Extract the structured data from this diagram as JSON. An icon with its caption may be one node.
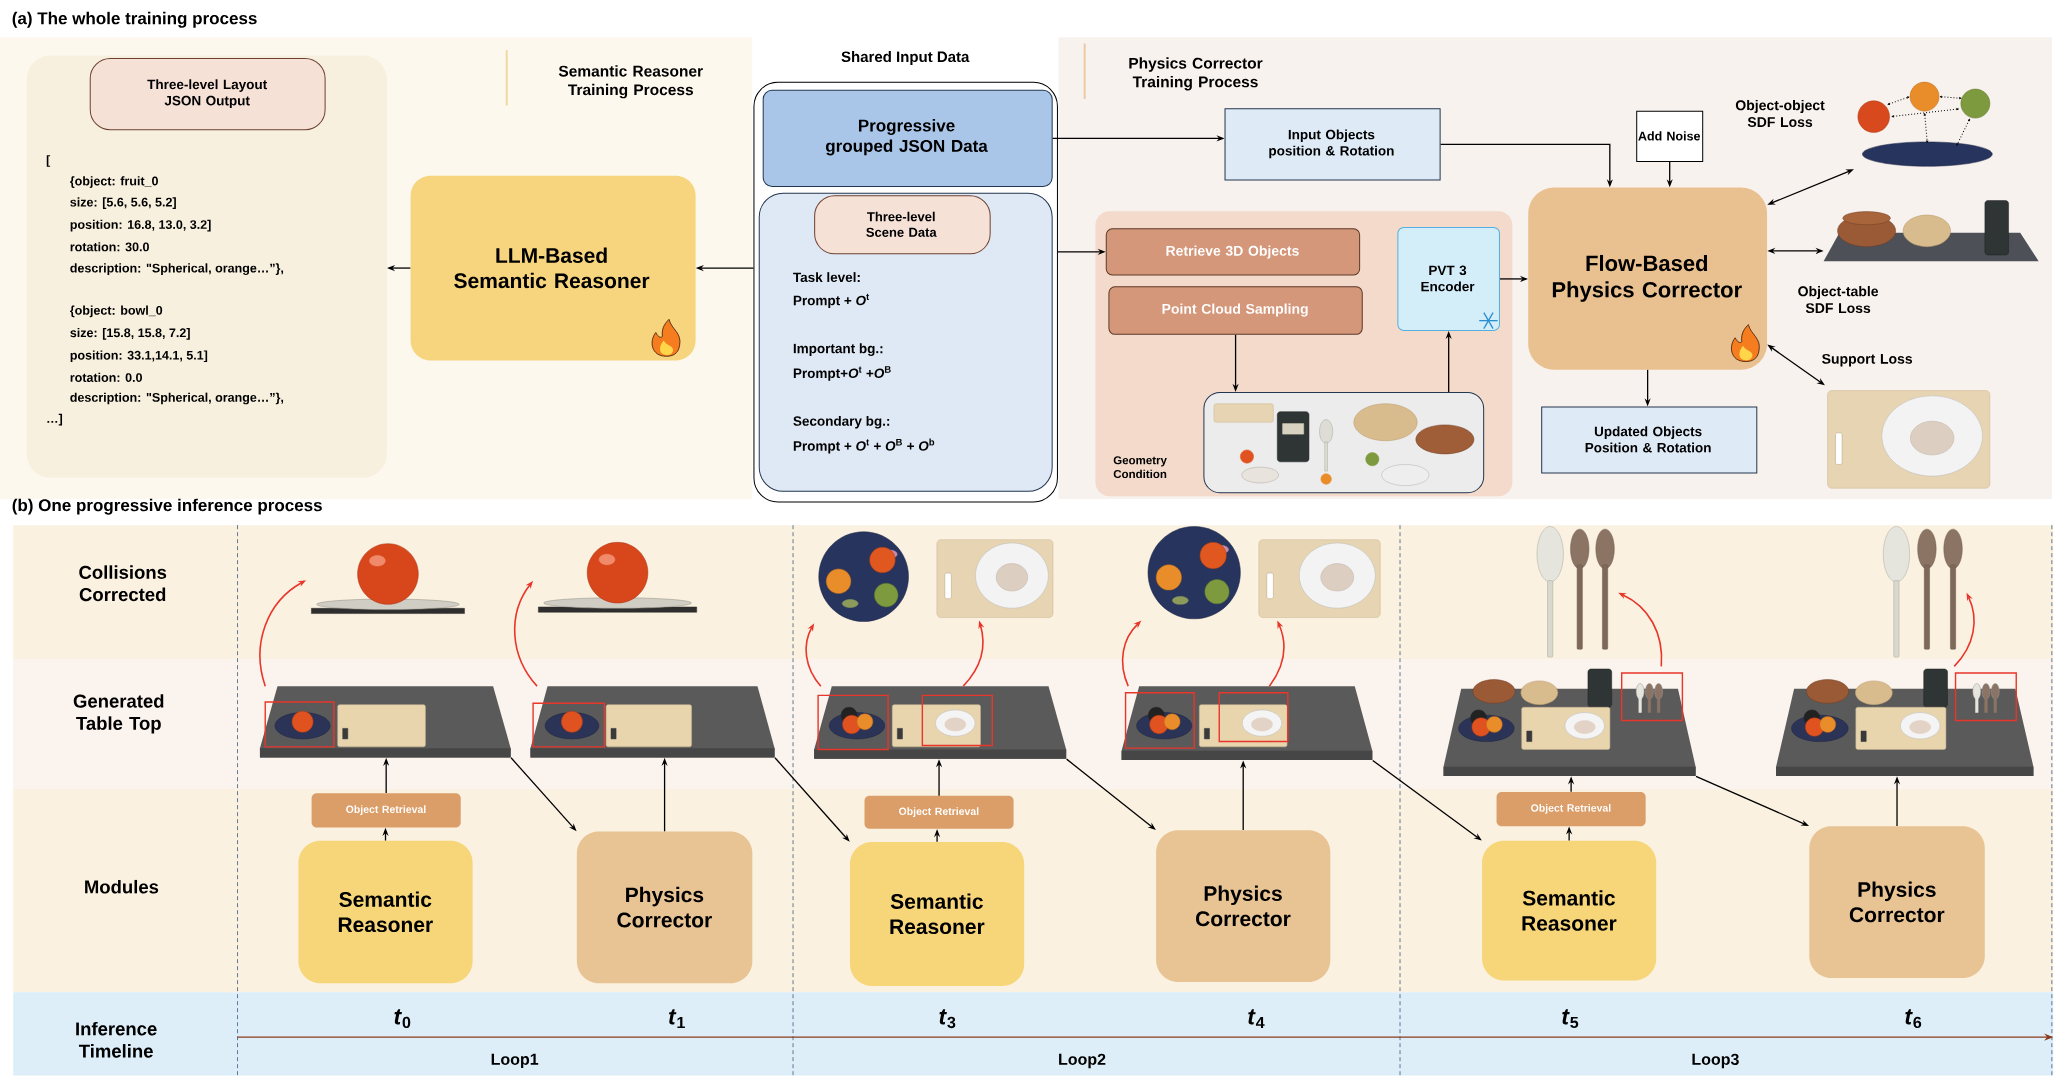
{
  "diagram": {
    "nodes": [
      {
        "text": [
          "Semantic Reasoner Training Process"
        ]
      },
      {
        "text": [
          "[",
          "{object: fruit_0",
          "size:  [5.6, 5.6, 5.2]",
          "position: 16.8, 13.0, 3.2]",
          "rotation:  30.0",
          "description: \"Spherical, orange…”},",
          "{object: bowl_0",
          "size:  [15.8, 15.8, 7.2]",
          "position: 33.1,14.1, 5.1]",
          "rotation:  0.0",
          "description: \"Spherical, orange…”},",
          "…]"
        ],
        "in": 0
      },
      {
        "text": [
          "Three-level Layout JSON Output"
        ],
        "in": 1
      },
      {
        "text": [
          "LLM-Based Semantic Reasoner"
        ],
        "in": 0
      },
      {
        "text": [
          "Shared Input Data"
        ]
      },
      {
        "text": [
          "Progressive grouped JSON Data"
        ],
        "in": 4
      },
      {
        "text": [
          "Task level:",
          "Prompt + *O*$^{t}$",
          "Important bg.:",
          "Prompt+*O*$^{t}$ +*O*$^{B}$",
          "Secondary bg.:",
          "Prompt + *O*$^{t}$ + *O*$^{B}$ + *O*$^{b}$"
        ],
        "in": 4
      },
      {
        "text": [
          "Three-level Scene Data"
        ],
        "in": 6
      },
      {
        "text": [
          "Physics Corrector Training Process"
        ]
      },
      {
        "text": [
          "Input Objects position & Rotation"
        ],
        "in": 8
      },
      {
        "text": [
          "Add Noise"
        ],
        "in": 8
      },
      {
        "text": [
          "Geometry Condition"
        ],
        "in": 8
      },
      {
        "text": [
          "Retrieve 3D Objects"
        ],
        "in": 11
      },
      {
        "text": [
          "Point Cloud Sampling"
        ],
        "in": 11
      },
      {
        "text": [],
        "shape": "picture",
        "in": 11
      },
      {
        "text": [
          "PVT 3 Encoder"
        ],
        "in": 11
      },
      {
        "text": [
          "Flow-Based Physics Corrector"
        ],
        "in": 8
      },
      {
        "text": [
          "Updated Objects Position & Rotation"
        ],
        "in": 8
      },
      {
        "text": [],
        "shape": "picture",
        "beside": [
          "Object-object SDF Loss"
        ],
        "in": 8
      },
      {
        "text": [],
        "shape": "picture",
        "beside": [
          "Object-table SDF Loss"
        ],
        "in": 8
      },
      {
        "text": [],
        "shape": "picture",
        "beside": [
          "Support Loss"
        ],
        "in": 8
      },
      {
        "text": [
          "Semantic Reasoner"
        ]
      },
      {
        "text": [
          "Object Retrieval"
        ]
      },
      {
        "text": [],
        "shape": "picture"
      },
      {
        "text": [],
        "shape": "picture"
      },
      {
        "text": [
          "Physics Corrector"
        ]
      },
      {
        "text": [],
        "shape": "picture"
      },
      {
        "text": [],
        "shape": "picture"
      },
      {
        "text": [
          "Semantic Reasoner"
        ]
      },
      {
        "text": [
          "Object Retrieval"
        ]
      },
      {
        "text": [],
        "shape": "picture"
      },
      {
        "text": [],
        "shape": "picture"
      },
      {
        "text": [],
        "shape": "picture"
      },
      {
        "text": [
          "Physics Corrector"
        ]
      },
      {
        "text": [],
        "shape": "picture"
      },
      {
        "text": [],
        "shape": "picture"
      },
      {
        "text": [],
        "shape": "picture"
      },
      {
        "text": [
          "Semantic Reasoner"
        ]
      },
      {
        "text": [
          "Object Retrieval"
        ]
      },
      {
        "text": [],
        "shape": "picture"
      },
      {
        "text": [],
        "shape": "picture"
      },
      {
        "text": [
          "Physics Corrector"
        ]
      },
      {
        "text": [],
        "shape": "picture"
      },
      {
        "text": [],
        "shape": "picture"
      }
    ],
    "edges": [
      {
        "from": 4,
        "to": 3,
        "arrow": "to"
      },
      {
        "from": 3,
        "to": 1,
        "arrow": "to"
      },
      {
        "from": 5,
        "to": 9,
        "arrow": "to"
      },
      {
        "from": 4,
        "to": 12,
        "arrow": "to"
      },
      {
        "from": 9,
        "to": 16,
        "arrow": "to"
      },
      {
        "from": 10,
        "to": 16,
        "arrow": "to"
      },
      {
        "from": 13,
        "to": 14,
        "arrow": "to"
      },
      {
        "from": 14,
        "to": 15,
        "arrow": "to"
      },
      {
        "from": 15,
        "to": 16,
        "arrow": "to"
      },
      {
        "from": 16,
        "to": 17,
        "arrow": "to"
      },
      {
        "from": 16,
        "to": 18,
        "arrow": "both"
      },
      {
        "from": 16,
        "to": 19,
        "arrow": "both"
      },
      {
        "from": 16,
        "to": 20,
        "arrow": "both"
      },
      {
        "from": 21,
        "to": 22,
        "arrow": "to"
      },
      {
        "from": 22,
        "to": 23,
        "arrow": "to"
      },
      {
        "from": 23,
        "to": 25,
        "arrow": "to"
      },
      {
        "from": 25,
        "to": 26,
        "arrow": "to"
      },
      {
        "from": 26,
        "to": 28,
        "arrow": "to"
      },
      {
        "from": 28,
        "to": 29,
        "arrow": "to"
      },
      {
        "from": 29,
        "to": 30,
        "arrow": "to"
      },
      {
        "from": 30,
        "to": 33,
        "arrow": "to"
      },
      {
        "from": 33,
        "to": 34,
        "arrow": "to"
      },
      {
        "from": 34,
        "to": 37,
        "arrow": "to"
      },
      {
        "from": 37,
        "to": 38,
        "arrow": "to"
      },
      {
        "from": 38,
        "to": 39,
        "arrow": "to"
      },
      {
        "from": 39,
        "to": 41,
        "arrow": "to"
      },
      {
        "from": 41,
        "to": 42,
        "arrow": "to"
      },
      {
        "from": 23,
        "to": 24,
        "arrow": "to",
        "color": "#e8362a"
      },
      {
        "from": 26,
        "to": 27,
        "arrow": "to",
        "color": "#e8362a"
      },
      {
        "from": 30,
        "to": 31,
        "arrow": "to",
        "color": "#e8362a"
      },
      {
        "from": 30,
        "to": 32,
        "arrow": "to",
        "color": "#e8362a"
      },
      {
        "from": 34,
        "to": 35,
        "arrow": "to",
        "color": "#e8362a"
      },
      {
        "from": 34,
        "to": 36,
        "arrow": "to",
        "color": "#e8362a"
      },
      {
        "from": 39,
        "to": 40,
        "arrow": "to",
        "color": "#e8362a"
      },
      {
        "from": 42,
        "to": 43,
        "arrow": "to",
        "color": "#e8362a"
      }
    ],
    "labels": [
      "(a) The whole training process",
      "(b) One progressive inference process",
      "Collisions Corrected",
      "Generated Table Top",
      "Modules",
      "Inference Timeline",
      "*t*$_{0}$",
      "*t*$_{1}$",
      "*t*$_{3}$",
      "*t*$_{4}$",
      "*t*$_{5}$",
      "*t*$_{6}$",
      "Loop1",
      "Loop2",
      "Loop3"
    ]
  }
}
